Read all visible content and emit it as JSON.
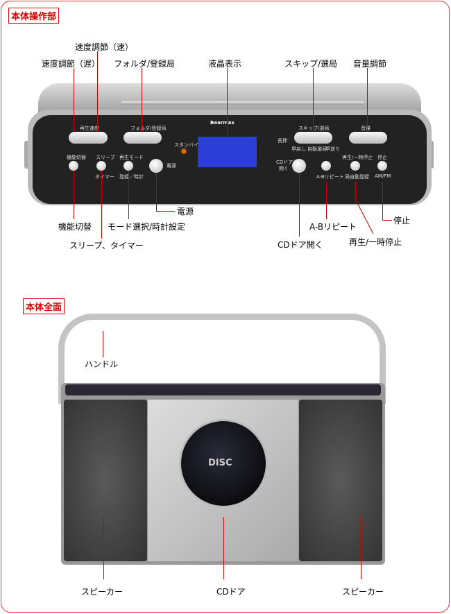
{
  "sections": {
    "control": "本体操作部",
    "front": "本体全面"
  },
  "control_labels": {
    "speed_fast": "速度調節（速）",
    "speed_slow": "速度調節（遅）",
    "folder": "フォルダ/登録局",
    "lcd": "液晶表示",
    "skip": "スキップ/選局",
    "volume": "音量調節",
    "function": "機能切替",
    "mode": "モード選択/時計設定",
    "power": "電源",
    "sleep": "スリープ、タイマー",
    "ab": "A-Bリピート",
    "cd_open": "CDドア開く",
    "stop": "停止",
    "play": "再生/一時停止"
  },
  "panel": {
    "brand": "Bearmax",
    "speed": "再生速度",
    "folder": "フォルダ/登録局",
    "skip": "スキップ/選局",
    "volume": "音量",
    "standby": "スタンバイ",
    "function": "機能切替",
    "sleep": "スリープ",
    "timer": "タイマー",
    "play_mode": "再生モード",
    "register_clock": "登録／時計",
    "power": "電源",
    "long_press": "長押",
    "rewind": "早戻し",
    "auto_tune": "自動選局",
    "ffwd": "早送り",
    "cd_door_1": "CDドア",
    "cd_door_2": "開く",
    "ab": "A-Bリピート",
    "play_pause": "再生/一時停止",
    "auto_register": "局自動登録",
    "stop": "停止",
    "amfm": "AM/FM"
  },
  "front_labels": {
    "handle": "ハンドル",
    "speaker_left": "スピーカー",
    "cd_door": "CDドア",
    "speaker_right": "スピーカー"
  },
  "disc_logo": "DISC"
}
